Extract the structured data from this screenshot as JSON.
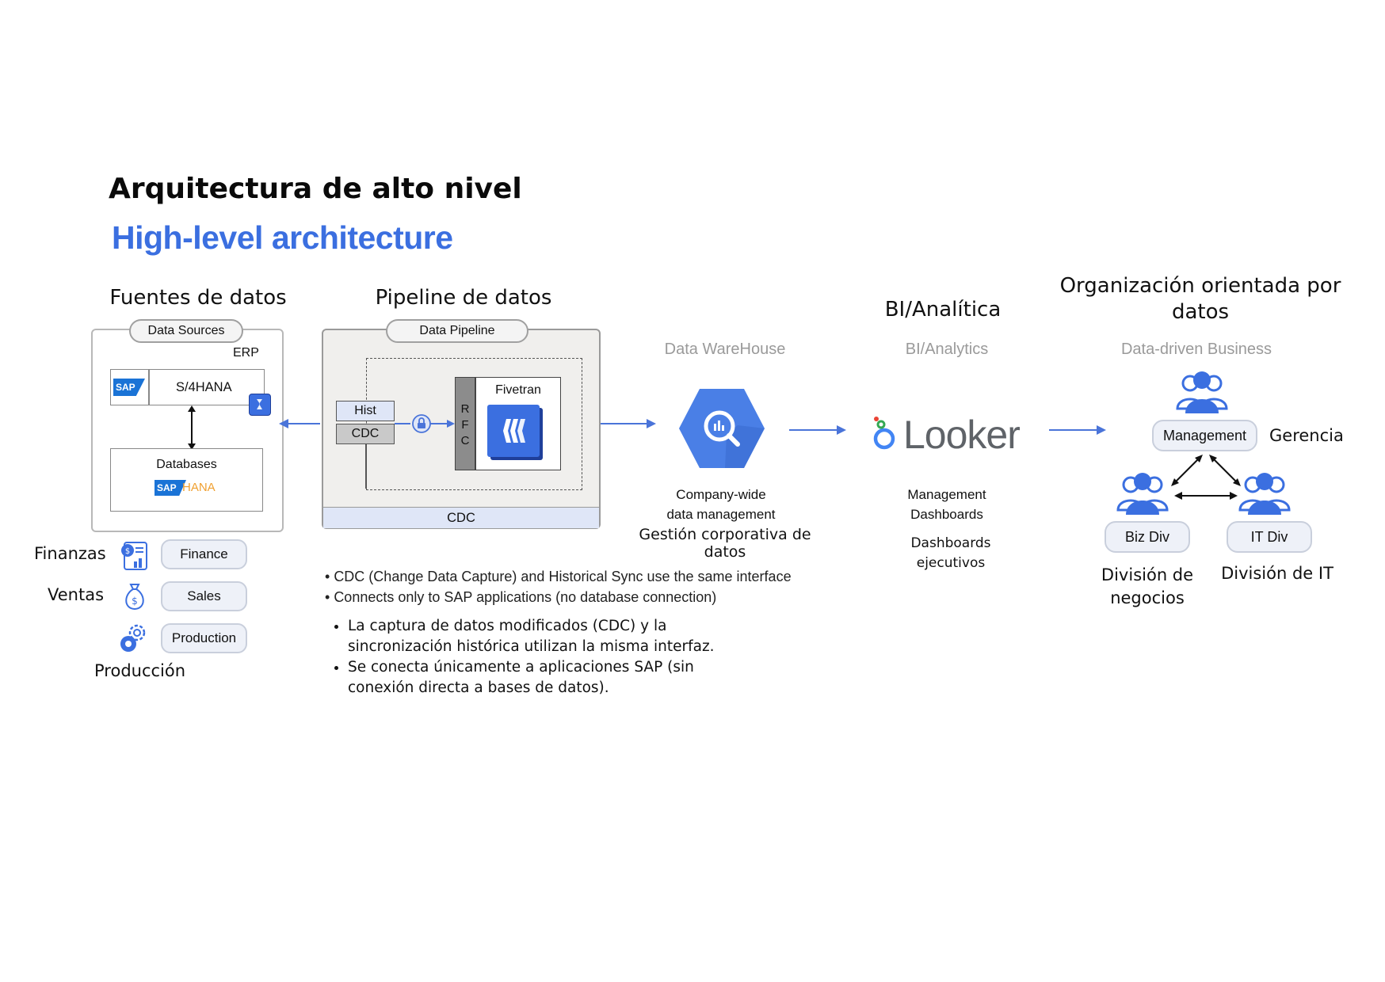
{
  "title_es": "Arquitectura de alto nivel",
  "title_en": "High-level architecture",
  "sections": {
    "sources_es": "Fuentes de datos",
    "pipeline_es": "Pipeline de datos",
    "bi_es": "BI/Analítica",
    "org_es": "Organización orientada por datos",
    "dw_en": "Data WareHouse",
    "bi_en": "BI/Analytics",
    "org_en": "Data-driven Business"
  },
  "sources": {
    "pill": "Data Sources",
    "erp": "ERP",
    "sap_logo": "SAP",
    "s4hana": "S/4HANA",
    "databases": "Databases",
    "hana_sap": "SAP",
    "hana_word": "HANA",
    "departments": [
      {
        "label_es": "Finanzas",
        "label_en": "Finance",
        "icon": "finance-report-icon"
      },
      {
        "label_es": "Ventas",
        "label_en": "Sales",
        "icon": "money-bag-icon"
      },
      {
        "label_es": "Producción",
        "label_en": "Production",
        "icon": "gears-icon"
      }
    ]
  },
  "pipeline": {
    "pill": "Data Pipeline",
    "hist": "Hist",
    "cdc": "CDC",
    "rfc": [
      "R",
      "F",
      "C"
    ],
    "fivetran": "Fivetran",
    "bottom": "CDC"
  },
  "warehouse": {
    "line1": "Company-wide",
    "line2": "data management",
    "es": "Gestión corporativa de datos"
  },
  "bi": {
    "brand": "Looker",
    "line1": "Management",
    "line2": "Dashboards",
    "es1": "Dashboards",
    "es2": "ejecutivos"
  },
  "org": {
    "management": "Management",
    "management_es": "Gerencia",
    "biz": "Biz Div",
    "biz_es": "División de negocios",
    "it": "IT Div",
    "it_es": "División de IT"
  },
  "notes_en": [
    "CDC (Change Data Capture) and Historical Sync use the same interface",
    "Connects only to SAP applications (no database connection)"
  ],
  "notes_es": [
    "La captura de datos modificados (CDC) y la sincronización histórica utilizan la misma interfaz.",
    "Se conecta únicamente a aplicaciones SAP (sin conexión directa a bases de datos)."
  ],
  "colors": {
    "accent": "#3b6fe0",
    "arrow": "#4a74d9",
    "sap_orange": "#f0a030",
    "looker_grey": "#5f6368"
  }
}
